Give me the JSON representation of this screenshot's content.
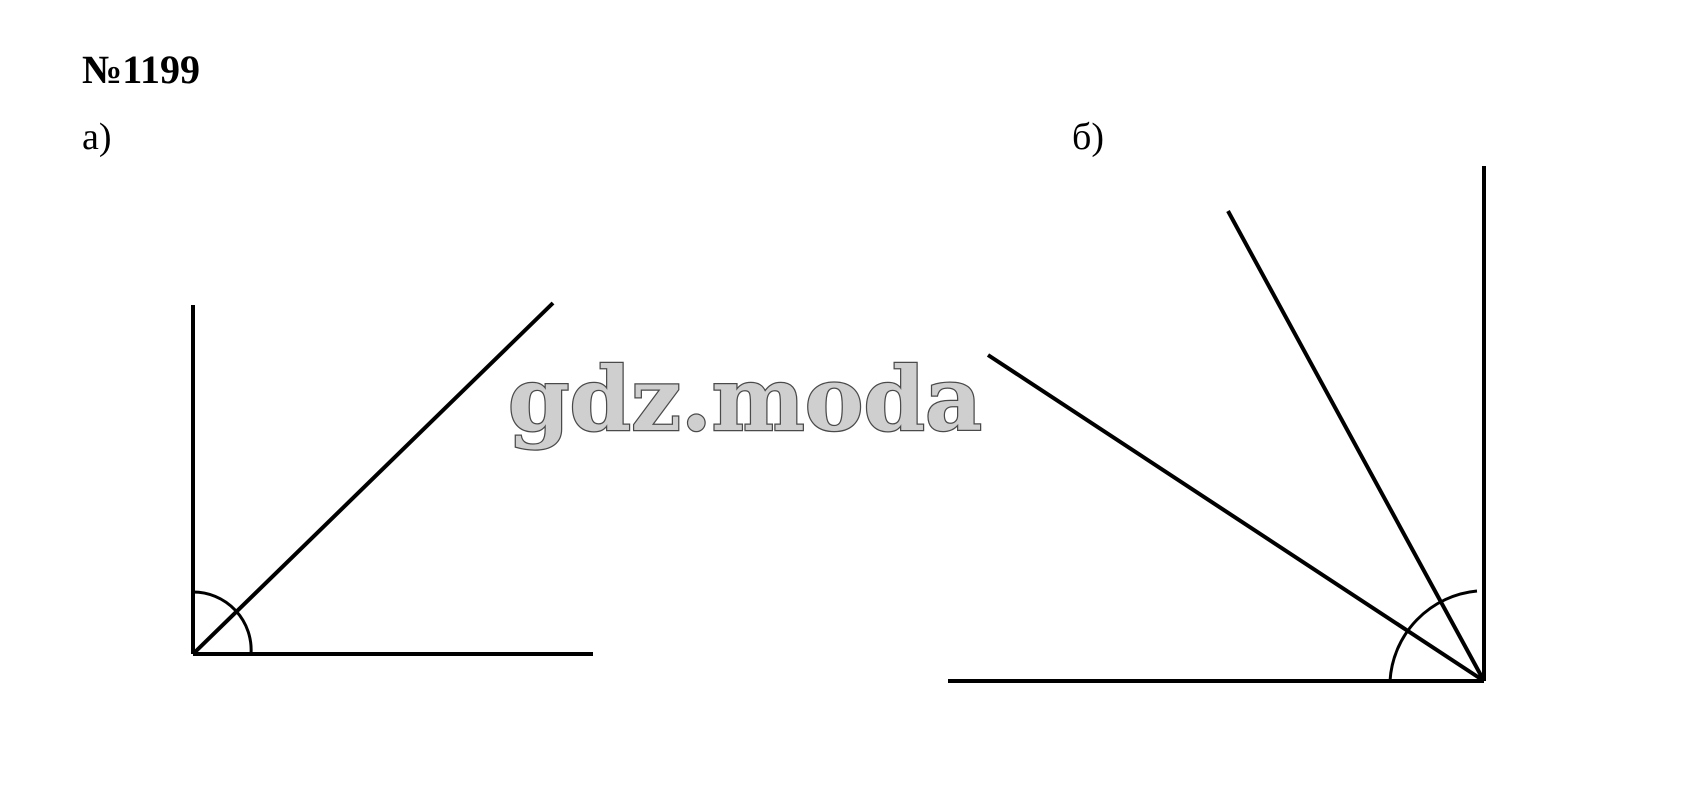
{
  "problem": {
    "number": "№1199"
  },
  "parts": {
    "a": {
      "label": "а)"
    },
    "b": {
      "label": "б)"
    }
  },
  "watermark": {
    "text": "gdz.moda"
  },
  "colors": {
    "ink": "#000000",
    "background": "#ffffff",
    "watermark_fill": "#cfcfcf",
    "watermark_stroke": "#4a4a4a"
  }
}
